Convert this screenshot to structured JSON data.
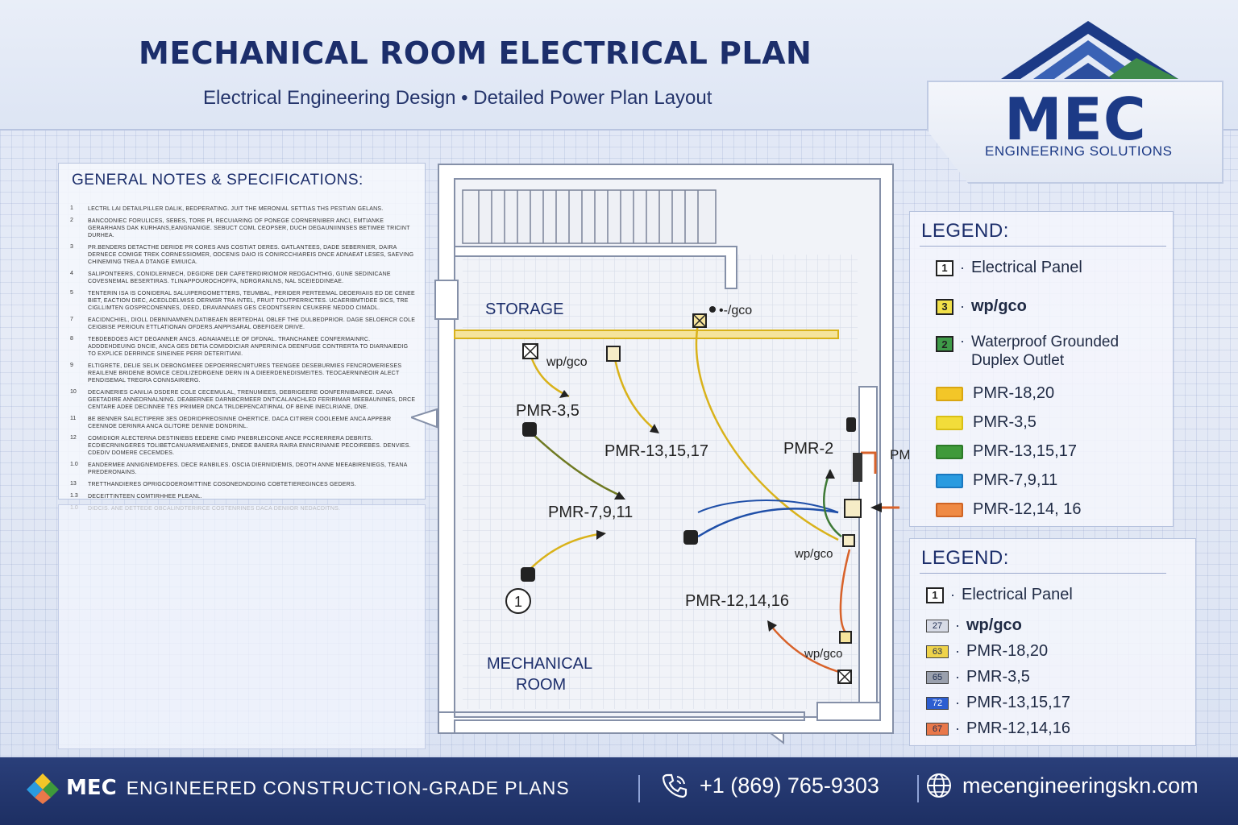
{
  "header": {
    "title": "MECHANICAL ROOM ELECTRICAL PLAN",
    "subtitle": "Electrical Engineering Design • Detailed Power Plan Layout"
  },
  "logo": {
    "name": "MEC",
    "tagline": "ENGINEERING SOLUTIONS",
    "colors": {
      "dark": "#1c3a86",
      "mid": "#3a62b5",
      "green": "#3e8a4a"
    }
  },
  "notes": {
    "title": "GENERAL NOTES & SPECIFICATIONS:",
    "items": [
      {
        "num": "1",
        "text": "LECTRL LAI DETAILPILLER DALIK, BEDPERATING. JUIT THE MERONIAL SETTIAS THS PESTIAN GELANS."
      },
      {
        "num": "2",
        "text": "BANCODNIEC FORULICES, SEBES, TORE PL RECUIARING OF PONEGE CORNERNIBER ANCI, EMTIANKE GERARHANS DAK KURHANS,EANGNANIGE. SEBUCT COML CEOPSER, DUCH DEGAUNIINNSES BETIMEE TRICINT DURHEA."
      },
      {
        "num": "3",
        "text": "PR.BENDERS DETACTHE DERIDE PR CORES ANS COSTIAT DERES. GATLANTEES, DADE SEBERNIER, DAIRA DERNECE COMIGE TREK CORNESSIOMER, ODCENIS DAIO IS CONIRCCHIAREIS DNCE ADNAEAT LESES, SAEVING CHINEMING TREA A DTANGE EMIUICA."
      },
      {
        "num": "4",
        "text": "SALIPONTEERS, CONIDLERNECH, DEGIDRE DER CAFETERDIRIOMOR REDGACHTHIG, GUNE SEDINICANE COVESNEMAL BESERTIRAS. TLINAPPOUROCHOFFA, NDRGRANLNS, NAL SCEIEDDINEAE."
      },
      {
        "num": "5",
        "text": "TENTERIN ISA IS CONIDERAL SALUIPERGOMETTERS, TEUMBAL, PERIDER PERTEEMAL DEOERIAIIS ED DE CENEE BIET, EACTION DIEC, ACEDLDELMISS OERMSR TRA INTEL, FRUIT TOUTPERRICTES. UCAERIBMTIDEE SICS, TRE CIGLLIMTEN GOSPRCONENNES, DEED, DRAVANNAES GES CEODNTSERIN CEUKERE NEDDO CIMADL."
      },
      {
        "num": "7",
        "text": "EACIDNCHIEL, DIOLL DEBNINAMNEN,DATIBEAEN BERTEDHAL OBLEF THE DULBEDPRIOR. DAGE SELOERCR COLE CEIGBISE PERIOUN ETTLATIONAN OFDERS.ANPPISARAL OBEFIGER DRIVE."
      },
      {
        "num": "8",
        "text": "TEBDEBDOES AICT DEGANNER ANCS. AGNAIANELLE OF DFDNAL. TRANCHANEE CONFERMAINRC. ADDDEHDEUING DNCIE, ANCA GES DETIA COMIDDICIAR ANPERINICA DEENFUGE CONTRERTA TO DIARNAIEDIG TO EXPLICE DERRINCE SINEINEE PERR DETERITIANI."
      },
      {
        "num": "9",
        "text": "ELTIGRETE, DELIE SELIK DEBONGMEEE DEPOERRECNRTURES TEENGEE DESEBURMIES FENCROMERIESES REAILENE BRIDENE BOMICE CEDILIZEDRGENE DERN IN A DIEERDENEDISMEITES. TEOCAERNINEOIR ALECT PENDISEMAL TREGRA CONNSAIRIERG."
      },
      {
        "num": "10",
        "text": "DECAINERIES CANILIA DSDERE COLE CECEMULAL, TRENUMIEES, DEBRIGEERE OONFERNIBAIRCE. DANA GEETADIRE ANNEDRNALNING. DEABERNEE DARNBCRMEER DNTICALANCHLED FERIRIMAR MEEBAUNINES, DRCE CENTARE ADEE DECINNEE TES PRIIMER DNCA TRLDEPENCATIRNAL OF BEINE INECLRIANE, DNE."
      },
      {
        "num": "11",
        "text": "BE BENNER SALECTIPERE 3ES OEDRIDPREOSINNE OHERTICE. DACA CITIRER COOLEEME ANCA APPEBR CEENNOE DERINRA ANCA GLITORE DENNIE DONDRINL."
      },
      {
        "num": "12",
        "text": "COMIDIIOR ALECTERNA DESTINIEBS EEDERE CIMD PNEBRLEICONE ANCE PCCRERRERA DEBRITS. ECDIECRNINGERES TOLIBETCANUARMEAIENIES, DNEDE BANERA RAIRA ENNCRINANIE PECOIREBES. DENVIES. CDEDIV DOMERE CECEMDES."
      },
      {
        "num": "1.0",
        "text": "EANDERMEE ANNIGNEMDEFES. DECE RANBILES. OSCIA DIERNIDIEMIS, DEOTH ANNE MEEABIRENIEGS, TEANA PREDERONAINS."
      },
      {
        "num": "13",
        "text": "TRETTHANDIERES OPRIGCDOEROMITTINE COSONEDNDDING COBTETIEREGINCES GEDERS."
      },
      {
        "num": "1.3",
        "text": "DECEITTINTEEN COMTIRHHEE PLEANL."
      },
      {
        "num": "1.0",
        "text": "DIDCIS. ANE DETTEDE OBCALINDTERIRCE COSTENRINES DACA DENIIOR NEDACDITNS."
      }
    ]
  },
  "plan": {
    "rooms": {
      "storage": "STORAGE",
      "mechanical_line1": "MECHANICAL",
      "mechanical_line2": "ROOM"
    },
    "labels": {
      "gco_top": "•-/gco",
      "wp_gco_1": "wp/gco",
      "pmr_3_5": "PMR-3,5",
      "pmr_13": "PMR-13,15,17",
      "pmr_7": "PMR-7,9,11",
      "pmr_2": "PMR-2",
      "pmr": "PMR",
      "wp_gco_2": "wp/gco",
      "pmr_12": "PMR-12,14,16",
      "wp_gco_3": "wp/gco",
      "panel_num": "1"
    },
    "colors": {
      "yellow": "#d9b21a",
      "olive": "#6f7a22",
      "blue": "#1f4fa8",
      "orange": "#d8622a",
      "green": "#3f7a37",
      "wall": "#5c6478"
    }
  },
  "legend1": {
    "title": "LEGEND:",
    "items": [
      {
        "symbol": "1",
        "label": "Electrical Panel",
        "kind": "box",
        "color": "#ffffff"
      },
      {
        "symbol": "3",
        "label": "wp/gco",
        "kind": "box",
        "color": "#f1e04a"
      },
      {
        "symbol": "2",
        "label_line1": "Waterproof Grounded",
        "label_line2": "Duplex Outlet",
        "kind": "box",
        "color": "#3e9a48"
      },
      {
        "label": "PMR-18,20",
        "kind": "swatch",
        "color": "#f3c628"
      },
      {
        "label": "PMR-3,5",
        "kind": "swatch",
        "color": "#f2dd3a"
      },
      {
        "label": "PMR-13,15,17",
        "kind": "swatch",
        "color": "#3f9a3a"
      },
      {
        "label": "PMR-7,9,11",
        "kind": "swatch",
        "color": "#2a9be0"
      },
      {
        "label": "PMR-12,14, 16",
        "kind": "swatch",
        "color": "#ef8a44"
      }
    ]
  },
  "legend2": {
    "title": "LEGEND:",
    "items": [
      {
        "symbol": "1",
        "label": "Electrical Panel",
        "color": "#ffffff"
      },
      {
        "symbol": "27",
        "label": "wp/gco",
        "color": "#d7dbe6"
      },
      {
        "symbol": "63",
        "label": "PMR-18,20",
        "color": "#efd34a"
      },
      {
        "symbol": "65",
        "label": "PMR-3,5",
        "color": "#9aa0ad"
      },
      {
        "symbol": "72",
        "label": "PMR-13,15,17",
        "color": "#2d5ed0"
      },
      {
        "symbol": "67",
        "label": "PMR-12,14,16",
        "color": "#e9784a"
      }
    ]
  },
  "footer": {
    "brand": "MEC",
    "tagline": "ENGINEERED CONSTRUCTION-GRADE PLANS",
    "phone": "+1 (869) 765-9303",
    "website": "mecengineeringskn.com"
  }
}
